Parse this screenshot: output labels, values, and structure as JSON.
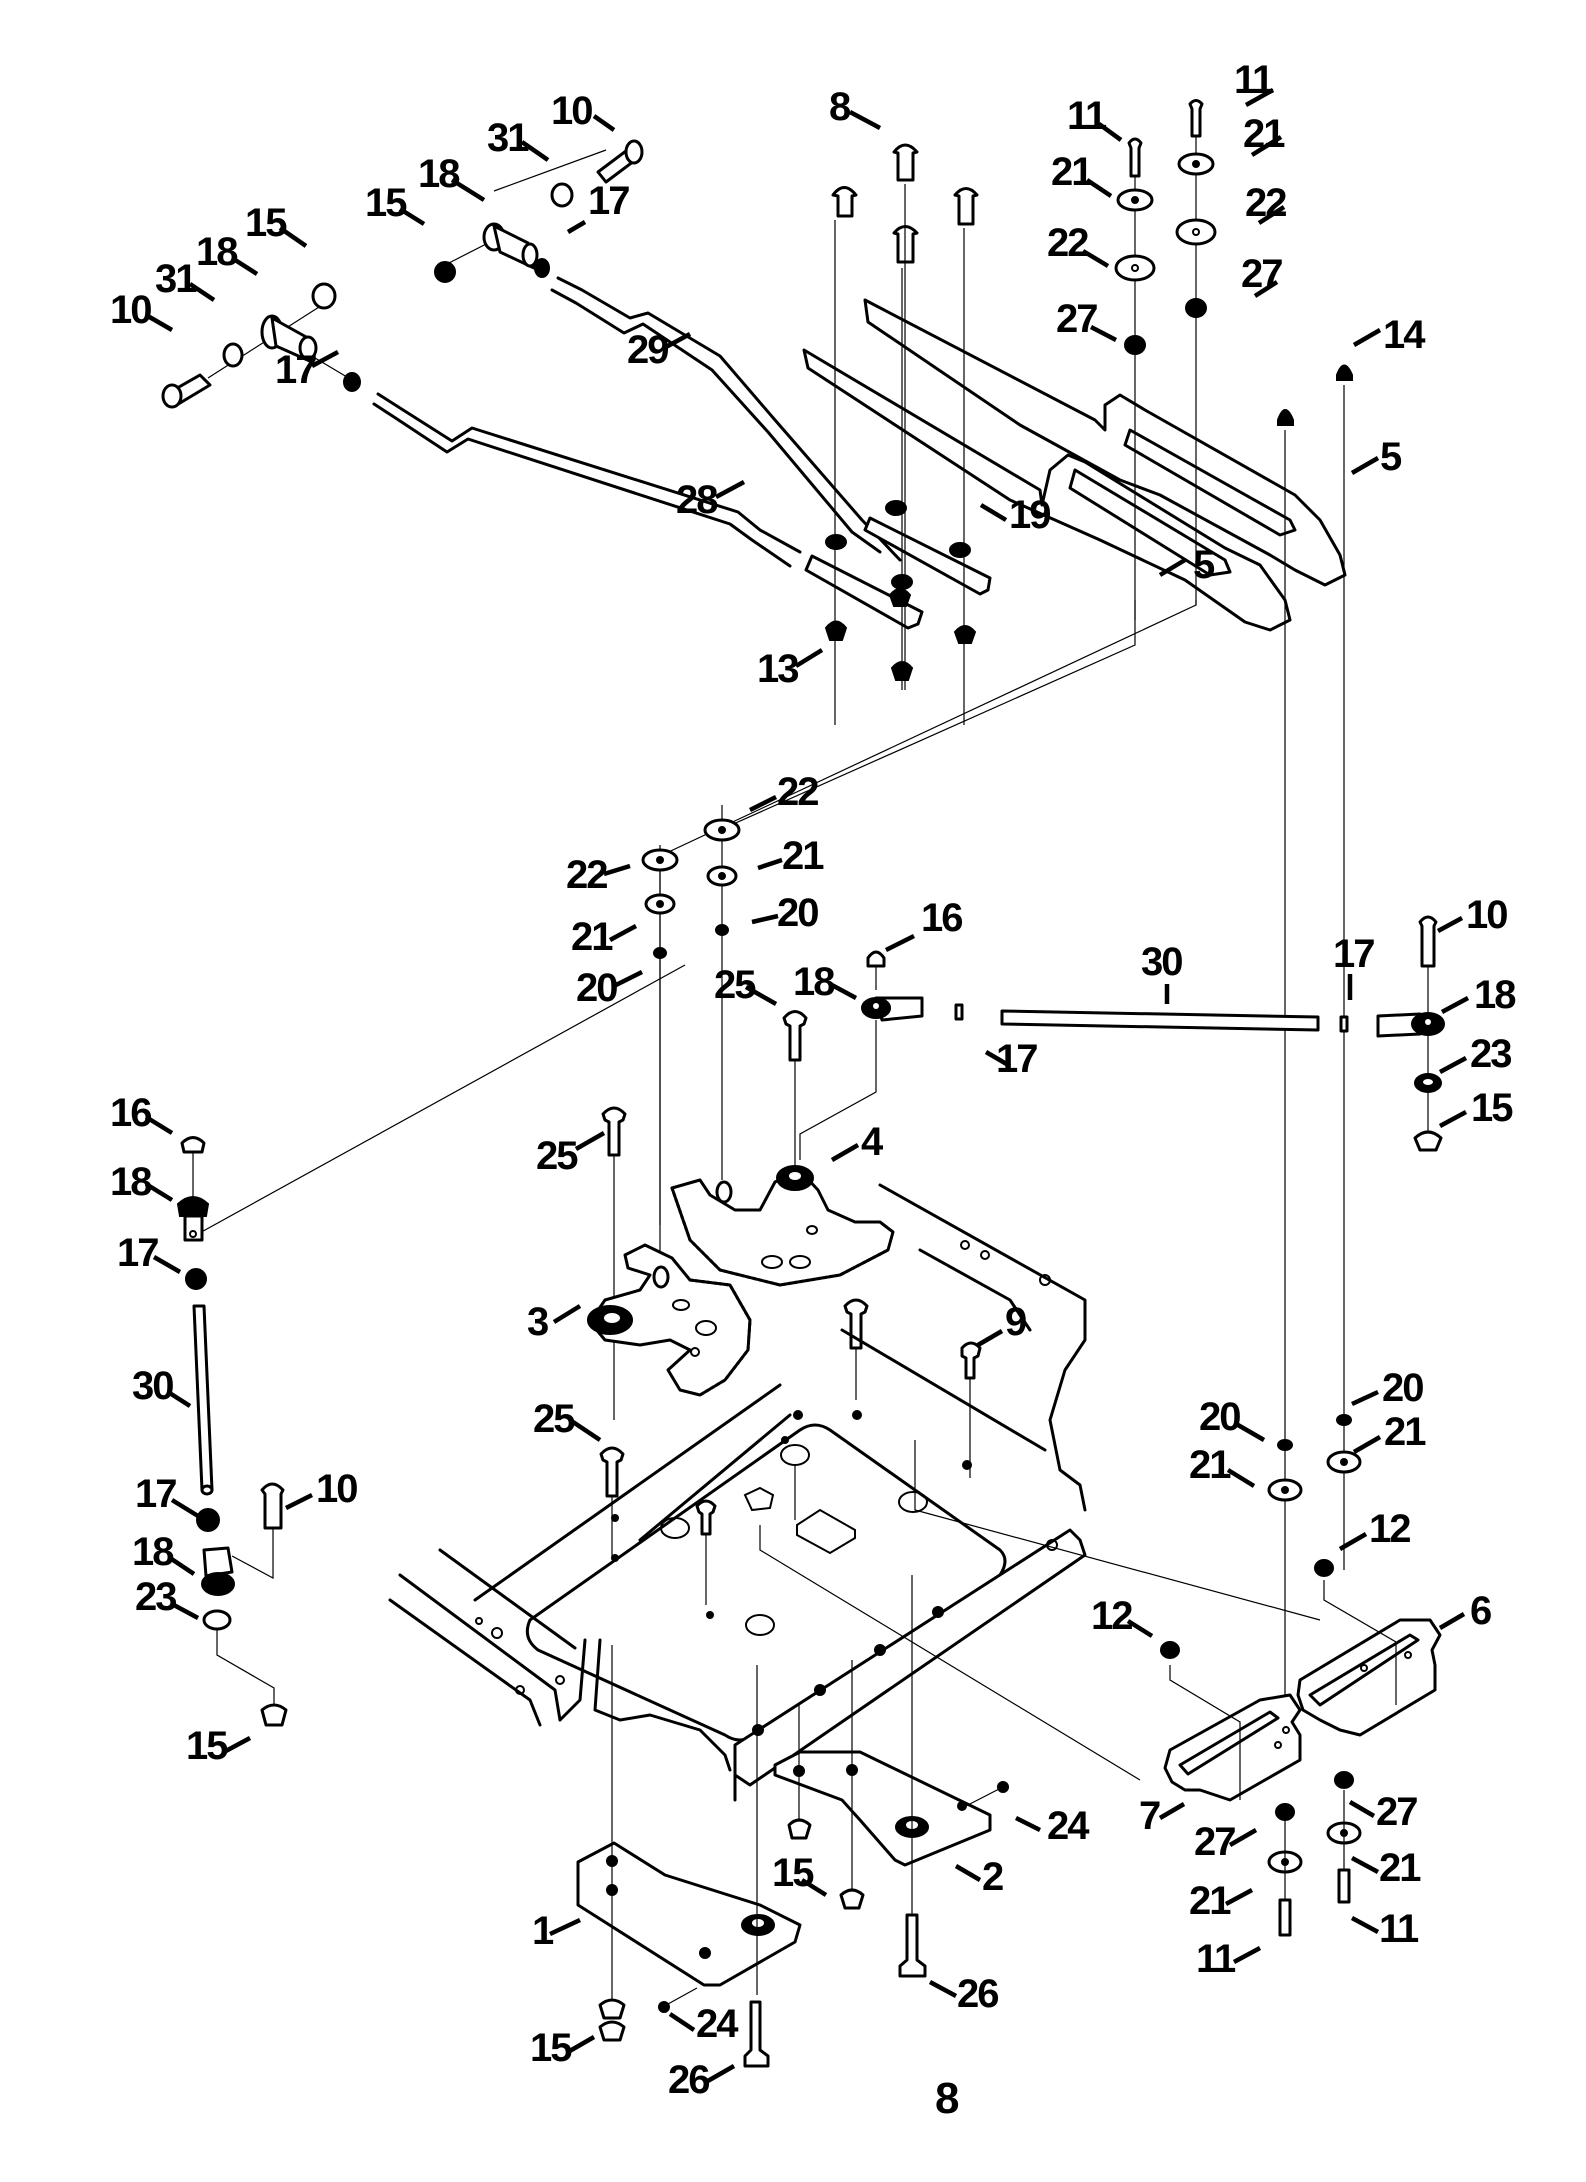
{
  "figure": {
    "type": "exploded-parts-diagram",
    "page_number": "8",
    "ink_color": "#000000",
    "background_color": "#ffffff"
  },
  "callouts": [
    {
      "id": "c-10-a",
      "part": "10"
    },
    {
      "id": "c-31-a",
      "part": "31"
    },
    {
      "id": "c-18-a",
      "part": "18"
    },
    {
      "id": "c-15-a",
      "part": "15"
    },
    {
      "id": "c-17-a",
      "part": "17"
    },
    {
      "id": "c-15-b",
      "part": "15"
    },
    {
      "id": "c-18-b",
      "part": "18"
    },
    {
      "id": "c-31-b",
      "part": "31"
    },
    {
      "id": "c-10-b",
      "part": "10"
    },
    {
      "id": "c-17-b",
      "part": "17"
    },
    {
      "id": "c-29",
      "part": "29"
    },
    {
      "id": "c-28",
      "part": "28"
    },
    {
      "id": "c-8",
      "part": "8"
    },
    {
      "id": "c-11-a",
      "part": "11"
    },
    {
      "id": "c-11-b",
      "part": "11"
    },
    {
      "id": "c-21-a",
      "part": "21"
    },
    {
      "id": "c-21-b",
      "part": "21"
    },
    {
      "id": "c-22-a",
      "part": "22"
    },
    {
      "id": "c-22-b",
      "part": "22"
    },
    {
      "id": "c-27-a",
      "part": "27"
    },
    {
      "id": "c-27-b",
      "part": "27"
    },
    {
      "id": "c-14",
      "part": "14"
    },
    {
      "id": "c-5-a",
      "part": "5"
    },
    {
      "id": "c-19",
      "part": "19"
    },
    {
      "id": "c-5-b",
      "part": "5"
    },
    {
      "id": "c-13",
      "part": "13"
    },
    {
      "id": "c-22-c",
      "part": "22"
    },
    {
      "id": "c-21-c",
      "part": "21"
    },
    {
      "id": "c-20-a",
      "part": "20"
    },
    {
      "id": "c-22-d",
      "part": "22"
    },
    {
      "id": "c-21-d",
      "part": "21"
    },
    {
      "id": "c-20-b",
      "part": "20"
    },
    {
      "id": "c-25-a",
      "part": "25"
    },
    {
      "id": "c-16-a",
      "part": "16"
    },
    {
      "id": "c-18-c",
      "part": "18"
    },
    {
      "id": "c-17-c",
      "part": "17"
    },
    {
      "id": "c-30-a",
      "part": "30"
    },
    {
      "id": "c-25-b",
      "part": "25"
    },
    {
      "id": "c-3",
      "part": "3"
    },
    {
      "id": "c-25-c",
      "part": "25"
    },
    {
      "id": "c-16-b",
      "part": "16"
    },
    {
      "id": "c-18-d",
      "part": "18"
    },
    {
      "id": "c-17-d",
      "part": "17"
    },
    {
      "id": "c-30-b",
      "part": "30"
    },
    {
      "id": "c-17-e",
      "part": "17"
    },
    {
      "id": "c-10-c",
      "part": "10"
    },
    {
      "id": "c-18-e",
      "part": "18"
    },
    {
      "id": "c-23-a",
      "part": "23"
    },
    {
      "id": "c-15-c",
      "part": "15"
    },
    {
      "id": "c-4",
      "part": "4"
    },
    {
      "id": "c-9",
      "part": "9"
    },
    {
      "id": "c-20-c",
      "part": "20"
    },
    {
      "id": "c-20-d",
      "part": "20"
    },
    {
      "id": "c-21-e",
      "part": "21"
    },
    {
      "id": "c-21-f",
      "part": "21"
    },
    {
      "id": "c-17-f",
      "part": "17"
    },
    {
      "id": "c-10-d",
      "part": "10"
    },
    {
      "id": "c-18-f",
      "part": "18"
    },
    {
      "id": "c-23-b",
      "part": "23"
    },
    {
      "id": "c-15-d",
      "part": "15"
    },
    {
      "id": "c-1",
      "part": "1"
    },
    {
      "id": "c-15-e",
      "part": "15"
    },
    {
      "id": "c-24-a",
      "part": "24"
    },
    {
      "id": "c-26-a",
      "part": "26"
    },
    {
      "id": "c-12-a",
      "part": "12"
    },
    {
      "id": "c-12-b",
      "part": "12"
    },
    {
      "id": "c-6",
      "part": "6"
    },
    {
      "id": "c-7",
      "part": "7"
    },
    {
      "id": "c-24-b",
      "part": "24"
    },
    {
      "id": "c-15-f",
      "part": "15"
    },
    {
      "id": "c-2",
      "part": "2"
    },
    {
      "id": "c-27-c",
      "part": "27"
    },
    {
      "id": "c-27-d",
      "part": "27"
    },
    {
      "id": "c-21-g",
      "part": "21"
    },
    {
      "id": "c-21-h",
      "part": "21"
    },
    {
      "id": "c-11-c",
      "part": "11"
    },
    {
      "id": "c-11-d",
      "part": "11"
    },
    {
      "id": "c-26-b",
      "part": "26"
    }
  ]
}
